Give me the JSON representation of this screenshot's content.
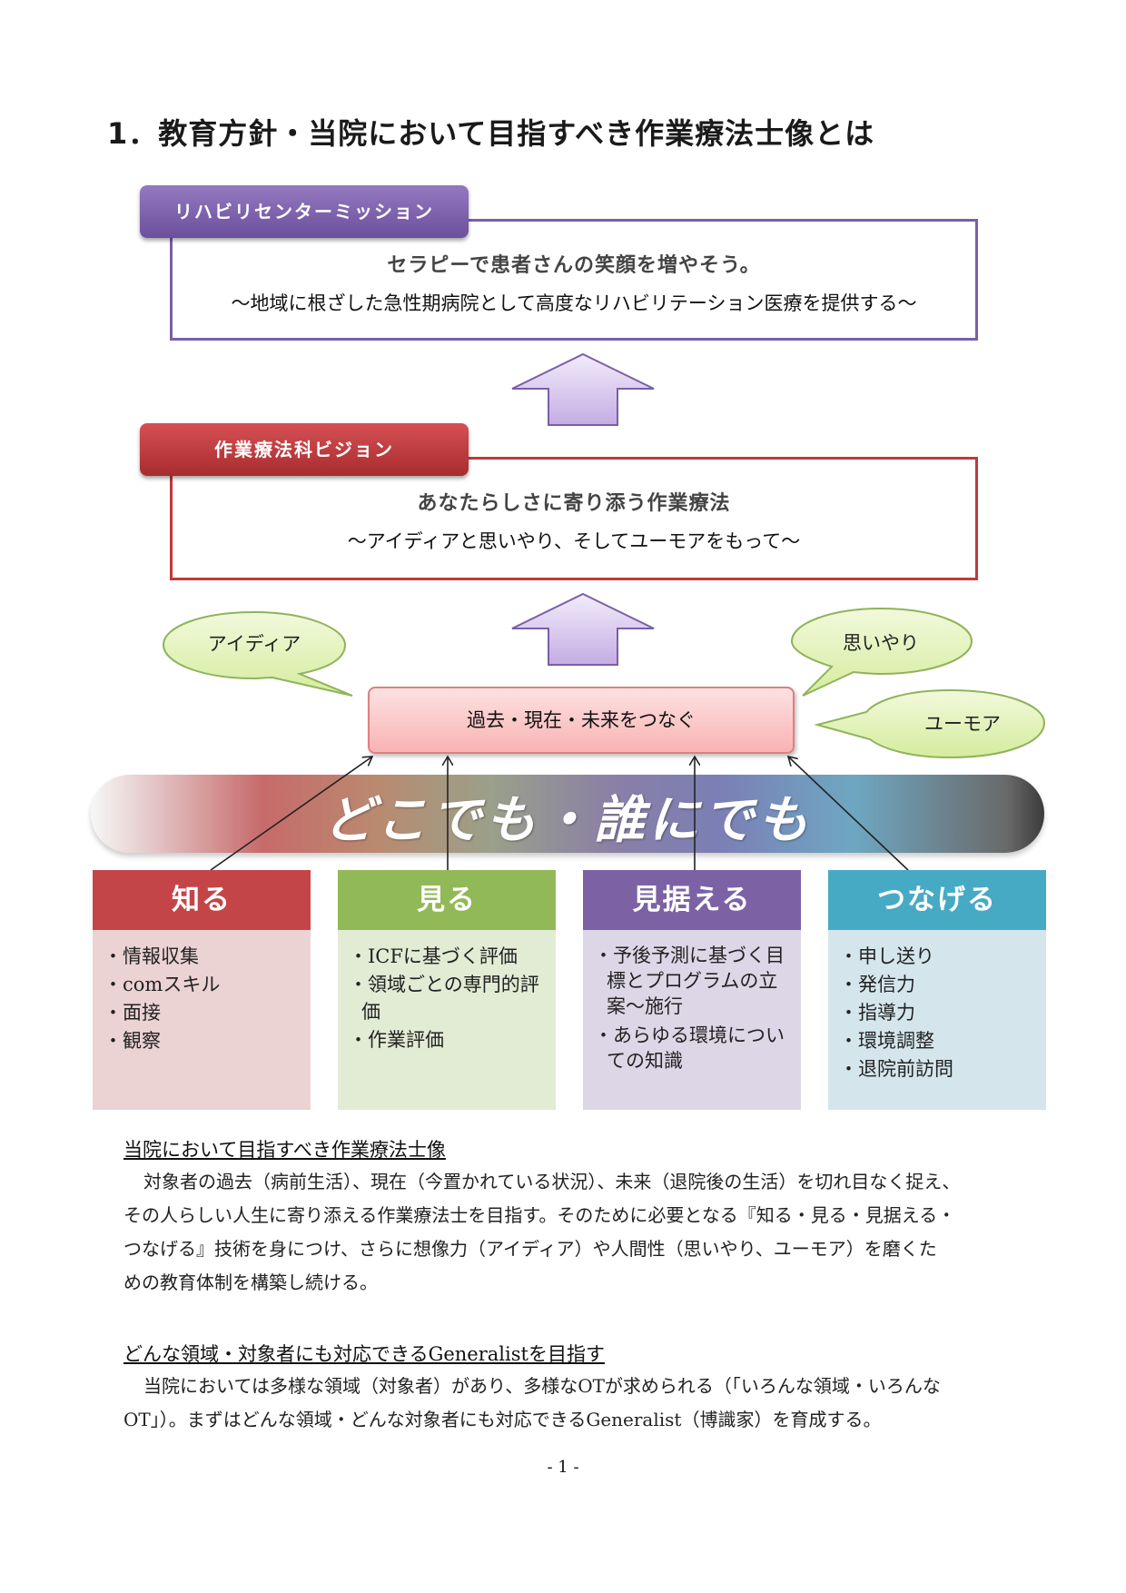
{
  "title": "1．教育方針・当院において目指すべき作業療法士像とは",
  "mission": {
    "tab_label": "リハビリセンターミッション",
    "main": "セラピーで患者さんの笑顔を増やそう。",
    "sub": "〜地域に根ざした急性期病院として高度なリハビリテーション医療を提供する〜",
    "color": "#7b5ea7"
  },
  "vision": {
    "tab_label": "作業療法科ビジョン",
    "main": "あなたらしさに寄り添う作業療法",
    "sub": "〜アイディアと思いやり、そしてユーモアをもって〜",
    "color": "#c0393b"
  },
  "bubbles": {
    "idea": "アイディア",
    "omoiyari": "思いやり",
    "humor": "ユーモア"
  },
  "bridge": "過去・現在・未来をつなぐ",
  "rainbow": "どこでも・誰にでも",
  "columns": [
    {
      "title": "知る",
      "head_color": "#c44548",
      "body_color": "#ebd2d3",
      "items": [
        "・情報収集",
        "・comスキル",
        "・面接",
        "・観察"
      ]
    },
    {
      "title": "見る",
      "head_color": "#92b957",
      "body_color": "#e2ebd4",
      "items": [
        "・ICFに基づく評価",
        "・領域ごとの専門的評価",
        "・作業評価"
      ]
    },
    {
      "title": "見据える",
      "head_color": "#7c62a5",
      "body_color": "#ddd6e6",
      "items": [
        "・予後予測に基づく目標とプログラムの立案〜施行",
        "・あらゆる環境についての知識"
      ]
    },
    {
      "title": "つなげる",
      "head_color": "#47aac5",
      "body_color": "#d4e6ec",
      "items": [
        "・申し送り",
        "・発信力",
        "・指導力",
        "・環境調整",
        "・退院前訪問"
      ]
    }
  ],
  "section1": {
    "heading": "当院において目指すべき作業療法士像",
    "lines": [
      "対象者の過去（病前生活）、現在（今置かれている状況）、未来（退院後の生活）を切れ目なく捉え、",
      "その人らしい人生に寄り添える作業療法士を目指す。そのために必要となる『知る・見る・見据える・",
      "つなげる』技術を身につけ、さらに想像力（アイディア）や人間性（思いやり、ユーモア）を磨くた",
      "めの教育体制を構築し続ける。"
    ]
  },
  "section2": {
    "heading": "どんな領域・対象者にも対応できるGeneralistを目指す",
    "lines": [
      "当院においては多様な領域（対象者）があり、多様なOTが求められる（「いろんな領域・いろんな",
      "OT」）。まずはどんな領域・どんな対象者にも対応できるGeneralist（博識家）を育成する。"
    ]
  },
  "page_number": "- 1 -"
}
